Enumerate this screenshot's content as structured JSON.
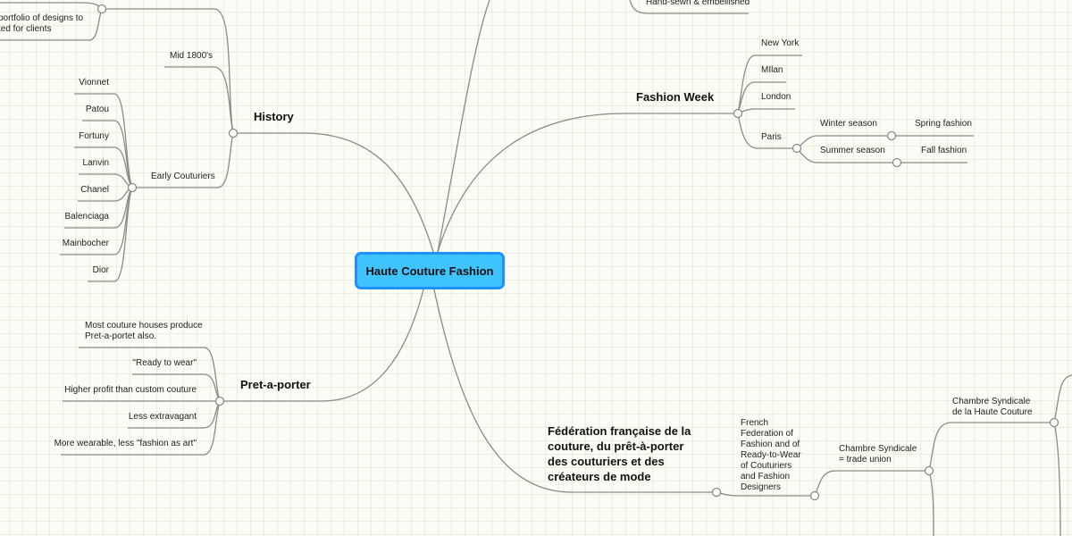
{
  "central": "Haute Couture Fashion",
  "history": {
    "title": "History",
    "top_item_lines": [
      "portfolio of designs to",
      "ted for clients"
    ],
    "mid": "Mid 1800's",
    "early": "Early Couturiers",
    "couturiers": [
      "Vionnet",
      "Patou",
      "Fortuny",
      "Lanvin",
      "Chanel",
      "Balenciaga",
      "Mainbocher",
      "Dior"
    ]
  },
  "top_branch": {
    "item": "Hand-sewn & embellished"
  },
  "fashion_week": {
    "title": "Fashion Week",
    "cities": [
      "New York",
      "MIlan",
      "London",
      "Paris"
    ],
    "paris": {
      "winter": "Winter season",
      "winter_child": "Spring fashion",
      "summer": "Summer season",
      "summer_child": "Fall fashion"
    }
  },
  "pret": {
    "title": "Pret-a-porter",
    "items": [
      "Most couture houses produce Pret-a-portet also.",
      "\"Ready to wear\"",
      "Higher profit than custom couture",
      "Less extravagant",
      "More wearable, less \"fashion as art\""
    ]
  },
  "federation": {
    "title": "Fédération française de la couture, du prêt-à-porter des couturiers et des créateurs de mode",
    "translation": "French Federation of Fashion and of Ready-to-Wear of Couturiers and Fashion Designers",
    "chambre": "Chambre Syndicale = trade union",
    "chambre_child": "Chambre Syndicale de la Haute Couture"
  },
  "colors": {
    "node": "#40c4ff",
    "node_border": "#1e90ff",
    "line": "#8a8a8a"
  }
}
